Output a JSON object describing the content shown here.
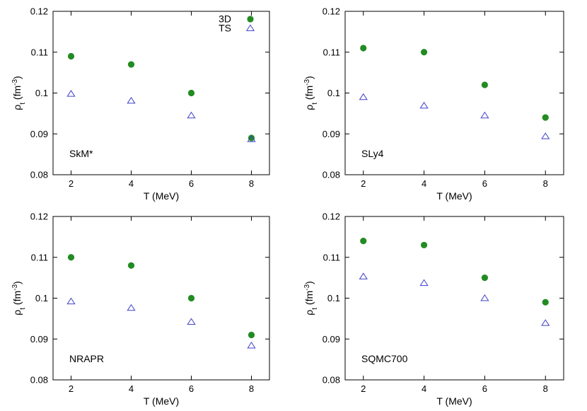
{
  "colors": {
    "3D": "#228b22",
    "TS": "#4040c8"
  },
  "chart_data": [
    {
      "type": "scatter",
      "panel_label": "SkM*",
      "xlabel": "T (MeV)",
      "ylabel_base": "ρ",
      "ylabel_sub": "t",
      "ylabel_unit": " (fm",
      "ylabel_exp": "-3",
      "ylabel_close": ")",
      "xlim": [
        1.4,
        8.6
      ],
      "ylim": [
        0.08,
        0.12
      ],
      "xticks": [
        "2",
        "4",
        "6",
        "8"
      ],
      "yticks": [
        "0.08",
        "0.09",
        "0.1",
        "0.11",
        "0.12"
      ],
      "legend": {
        "position": "top-right",
        "entries": [
          "3D",
          "TS"
        ]
      },
      "x": [
        2,
        4,
        6,
        8
      ],
      "series": [
        {
          "name": "3D",
          "marker": "filled-circle",
          "values": [
            0.109,
            0.107,
            0.1,
            0.089
          ]
        },
        {
          "name": "TS",
          "marker": "open-triangle",
          "values": [
            0.0998,
            0.0981,
            0.0945,
            0.0887
          ]
        }
      ]
    },
    {
      "type": "scatter",
      "panel_label": "SLy4",
      "xlabel": "T (MeV)",
      "ylabel_base": "ρ",
      "ylabel_sub": "t",
      "ylabel_unit": " (fm",
      "ylabel_exp": "-3",
      "ylabel_close": ")",
      "xlim": [
        1.4,
        8.6
      ],
      "ylim": [
        0.08,
        0.12
      ],
      "xticks": [
        "2",
        "4",
        "6",
        "8"
      ],
      "yticks": [
        "0.08",
        "0.09",
        "0.1",
        "0.11",
        "0.12"
      ],
      "x": [
        2,
        4,
        6,
        8
      ],
      "series": [
        {
          "name": "3D",
          "marker": "filled-circle",
          "values": [
            0.111,
            0.11,
            0.102,
            0.094
          ]
        },
        {
          "name": "TS",
          "marker": "open-triangle",
          "values": [
            0.099,
            0.0969,
            0.0945,
            0.0894
          ]
        }
      ]
    },
    {
      "type": "scatter",
      "panel_label": "NRAPR",
      "xlabel": "T (MeV)",
      "ylabel_base": "ρ",
      "ylabel_sub": "t",
      "ylabel_unit": " (fm",
      "ylabel_exp": "-3",
      "ylabel_close": ")",
      "xlim": [
        1.4,
        8.6
      ],
      "ylim": [
        0.08,
        0.12
      ],
      "xticks": [
        "2",
        "4",
        "6",
        "8"
      ],
      "yticks": [
        "0.08",
        "0.09",
        "0.1",
        "0.11",
        "0.12"
      ],
      "x": [
        2,
        4,
        6,
        8
      ],
      "series": [
        {
          "name": "3D",
          "marker": "filled-circle",
          "values": [
            0.11,
            0.108,
            0.1,
            0.091
          ]
        },
        {
          "name": "TS",
          "marker": "open-triangle",
          "values": [
            0.0992,
            0.0976,
            0.0942,
            0.0884
          ]
        }
      ]
    },
    {
      "type": "scatter",
      "panel_label": "SQMC700",
      "xlabel": "T (MeV)",
      "ylabel_base": "ρ",
      "ylabel_sub": "t",
      "ylabel_unit": " (fm",
      "ylabel_exp": "-3",
      "ylabel_close": ")",
      "xlim": [
        1.4,
        8.6
      ],
      "ylim": [
        0.08,
        0.12
      ],
      "xticks": [
        "2",
        "4",
        "6",
        "8"
      ],
      "yticks": [
        "0.08",
        "0.09",
        "0.1",
        "0.11",
        "0.12"
      ],
      "x": [
        2,
        4,
        6,
        8
      ],
      "series": [
        {
          "name": "3D",
          "marker": "filled-circle",
          "values": [
            0.114,
            0.113,
            0.105,
            0.099
          ]
        },
        {
          "name": "TS",
          "marker": "open-triangle",
          "values": [
            0.1053,
            0.1037,
            0.1,
            0.0939
          ]
        }
      ]
    }
  ]
}
